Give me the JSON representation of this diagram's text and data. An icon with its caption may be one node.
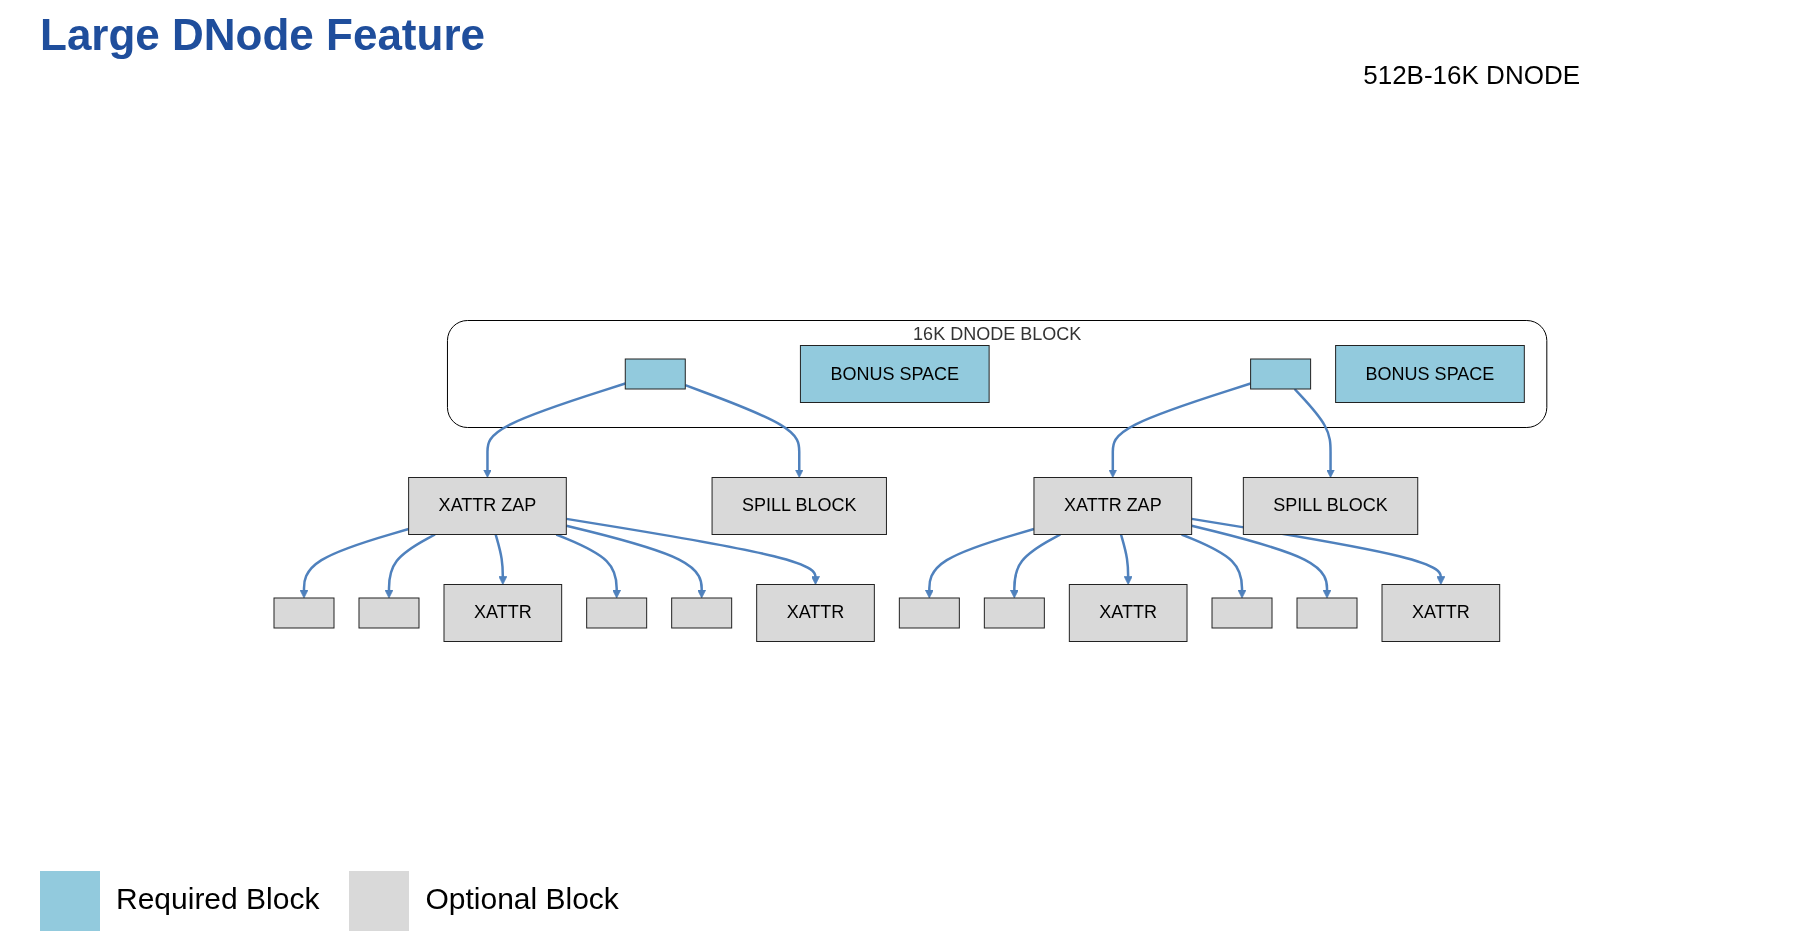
{
  "diagram": {
    "title": "Large DNode Feature",
    "nodes": [
      {
        "text": [
          "16K DNODE BLOCK"
        ]
      },
      {
        "text": [],
        "shape": "box",
        "in": 0
      },
      {
        "text": [
          "BONUS SPACE"
        ],
        "in": 0
      },
      {
        "text": [],
        "shape": "box",
        "in": 0
      },
      {
        "text": [
          "BONUS SPACE"
        ],
        "in": 0
      },
      {
        "text": [
          "XATTR ZAP"
        ]
      },
      {
        "text": [
          "SPILL BLOCK"
        ]
      },
      {
        "text": [],
        "shape": "box"
      },
      {
        "text": [],
        "shape": "box"
      },
      {
        "text": [
          "XATTR"
        ]
      },
      {
        "text": [],
        "shape": "box"
      },
      {
        "text": [],
        "shape": "box"
      },
      {
        "text": [
          "XATTR"
        ]
      },
      {
        "text": [
          "XATTR ZAP"
        ]
      },
      {
        "text": [
          "SPILL BLOCK"
        ]
      },
      {
        "text": [],
        "shape": "box"
      },
      {
        "text": [],
        "shape": "box"
      },
      {
        "text": [
          "XATTR"
        ]
      },
      {
        "text": [],
        "shape": "box"
      },
      {
        "text": [],
        "shape": "box"
      },
      {
        "text": [
          "XATTR"
        ]
      }
    ],
    "edges": [
      {
        "from": 1,
        "to": 5,
        "arrow": "to"
      },
      {
        "from": 1,
        "to": 6,
        "arrow": "to"
      },
      {
        "from": 5,
        "to": 7,
        "arrow": "to"
      },
      {
        "from": 5,
        "to": 8,
        "arrow": "to"
      },
      {
        "from": 5,
        "to": 9,
        "arrow": "to"
      },
      {
        "from": 5,
        "to": 10,
        "arrow": "to"
      },
      {
        "from": 5,
        "to": 11,
        "arrow": "to"
      },
      {
        "from": 5,
        "to": 12,
        "arrow": "to"
      },
      {
        "from": 3,
        "to": 13,
        "arrow": "to"
      },
      {
        "from": 3,
        "to": 14,
        "arrow": "to"
      },
      {
        "from": 13,
        "to": 15,
        "arrow": "to"
      },
      {
        "from": 13,
        "to": 16,
        "arrow": "to"
      },
      {
        "from": 13,
        "to": 17,
        "arrow": "to"
      },
      {
        "from": 13,
        "to": 18,
        "arrow": "to"
      },
      {
        "from": 13,
        "to": 19,
        "arrow": "to"
      },
      {
        "from": 13,
        "to": 20,
        "arrow": "to"
      }
    ],
    "labels": [
      "512B-16K DNODE"
    ],
    "legend": [
      {
        "text": "Required Block",
        "color": "#92cadd"
      },
      {
        "text": "Optional Block",
        "color": "#d9d9d9"
      }
    ]
  }
}
